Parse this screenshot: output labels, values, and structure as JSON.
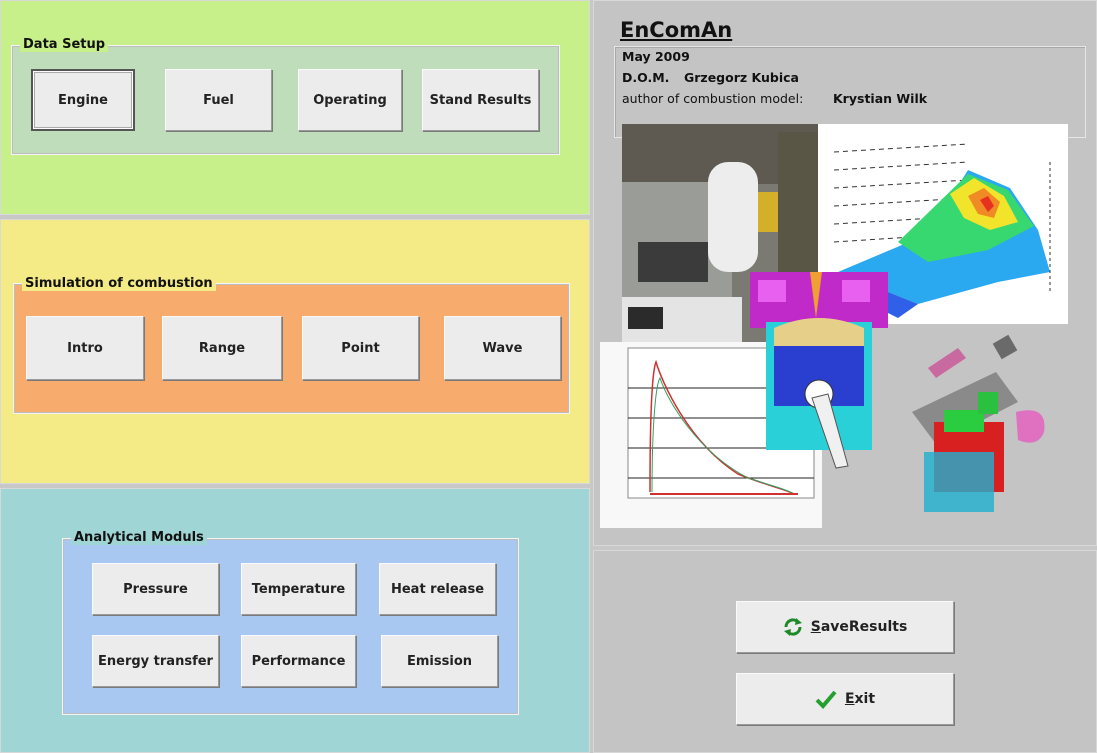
{
  "data_setup": {
    "legend": "Data Setup",
    "buttons": [
      "Engine",
      "Fuel",
      "Operating",
      "Stand Results"
    ]
  },
  "simulation": {
    "legend": "Simulation of combustion",
    "buttons": [
      "Intro",
      "Range",
      "Point",
      "Wave"
    ]
  },
  "analytical": {
    "legend": "Analytical Moduls",
    "buttons": [
      "Pressure",
      "Temperature",
      "Heat release",
      "Energy transfer",
      "Performance",
      "Emission"
    ]
  },
  "info": {
    "title": "EnComAn",
    "date": "May 2009",
    "dom_label": "D.O.M.",
    "dom_name": "Grzegorz Kubica",
    "author_label": "author of combustion model:",
    "author_name": "Krystian Wilk"
  },
  "actions": {
    "save_mnemonic": "S",
    "save_rest": "aveResults",
    "exit_mnemonic": "E",
    "exit_rest": "xit"
  },
  "colors": {
    "data_setup_bg": "#c8f08a",
    "simulation_bg": "#f4ea86",
    "simulation_group": "#f7ab6c",
    "analytical_bg": "#9fd5d4",
    "analytical_group": "#a9c8f1",
    "info_bg": "#c4c4c4"
  },
  "icons": {
    "save": "refresh-icon",
    "exit": "checkmark-icon"
  }
}
